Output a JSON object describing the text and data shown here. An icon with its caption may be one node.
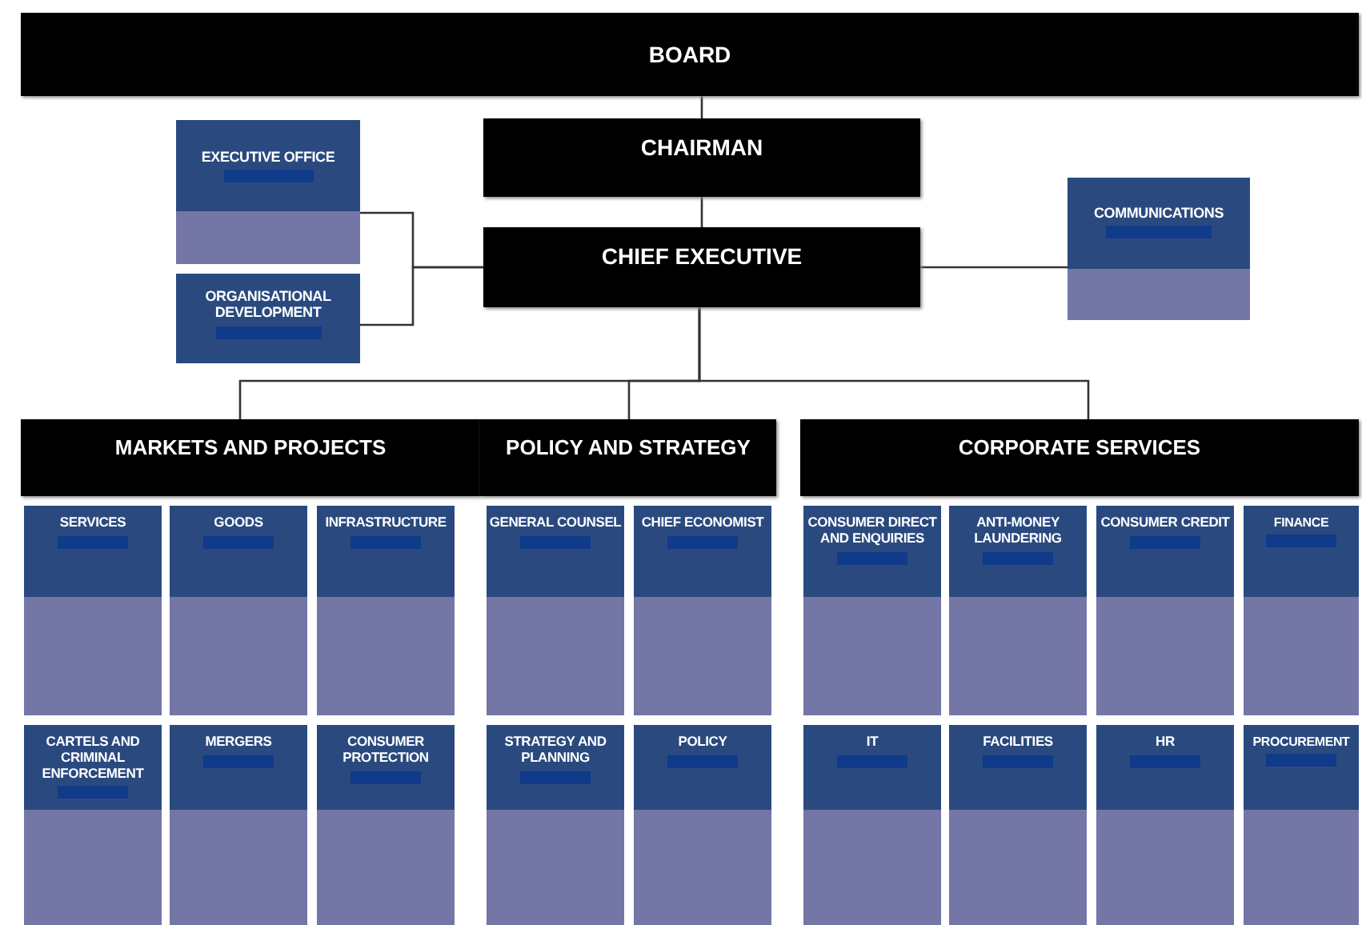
{
  "diagram": {
    "nodes": [
      {
        "text": [
          "BOARD"
        ]
      },
      {
        "text": [
          "CHAIRMAN"
        ]
      },
      {
        "text": [
          "CHIEF EXECUTIVE"
        ]
      },
      {
        "text": [
          "EXECUTIVE OFFICE"
        ]
      },
      {
        "text": [
          "ORGANISATIONAL DEVELOPMENT"
        ]
      },
      {
        "text": [
          "COMMUNICATIONS"
        ]
      },
      {
        "text": [
          "MARKETS AND PROJECTS"
        ]
      },
      {
        "text": [
          "POLICY AND STRATEGY"
        ]
      },
      {
        "text": [
          "CORPORATE SERVICES"
        ]
      },
      {
        "text": [
          "SERVICES"
        ]
      },
      {
        "text": [
          "GOODS"
        ]
      },
      {
        "text": [
          "INFRASTRUCTURE"
        ]
      },
      {
        "text": [
          "GENERAL COUNSEL"
        ]
      },
      {
        "text": [
          "CHIEF ECONOMIST"
        ]
      },
      {
        "text": [
          "CONSUMER DIRECT AND ENQUIRIES"
        ]
      },
      {
        "text": [
          "ANTI-MONEY LAUNDERING"
        ]
      },
      {
        "text": [
          "CONSUMER CREDIT"
        ]
      },
      {
        "text": [
          "FINANCE"
        ]
      },
      {
        "text": [
          "CARTELS AND CRIMINAL ENFORCEMENT"
        ]
      },
      {
        "text": [
          "MERGERS"
        ]
      },
      {
        "text": [
          "CONSUMER PROTECTION"
        ]
      },
      {
        "text": [
          "STRATEGY AND PLANNING"
        ]
      },
      {
        "text": [
          "POLICY"
        ]
      },
      {
        "text": [
          "IT"
        ]
      },
      {
        "text": [
          "FACILITIES"
        ]
      },
      {
        "text": [
          "HR"
        ]
      },
      {
        "text": [
          "PROCUREMENT"
        ]
      }
    ],
    "edges": [
      {
        "from": 0,
        "to": 1,
        "arrow": "none"
      },
      {
        "from": 1,
        "to": 2,
        "arrow": "none"
      },
      {
        "from": 2,
        "to": 3,
        "arrow": "none"
      },
      {
        "from": 2,
        "to": 4,
        "arrow": "none"
      },
      {
        "from": 2,
        "to": 5,
        "arrow": "none"
      },
      {
        "from": 2,
        "to": 6,
        "arrow": "none"
      },
      {
        "from": 2,
        "to": 7,
        "arrow": "none"
      },
      {
        "from": 2,
        "to": 8,
        "arrow": "none"
      }
    ]
  }
}
